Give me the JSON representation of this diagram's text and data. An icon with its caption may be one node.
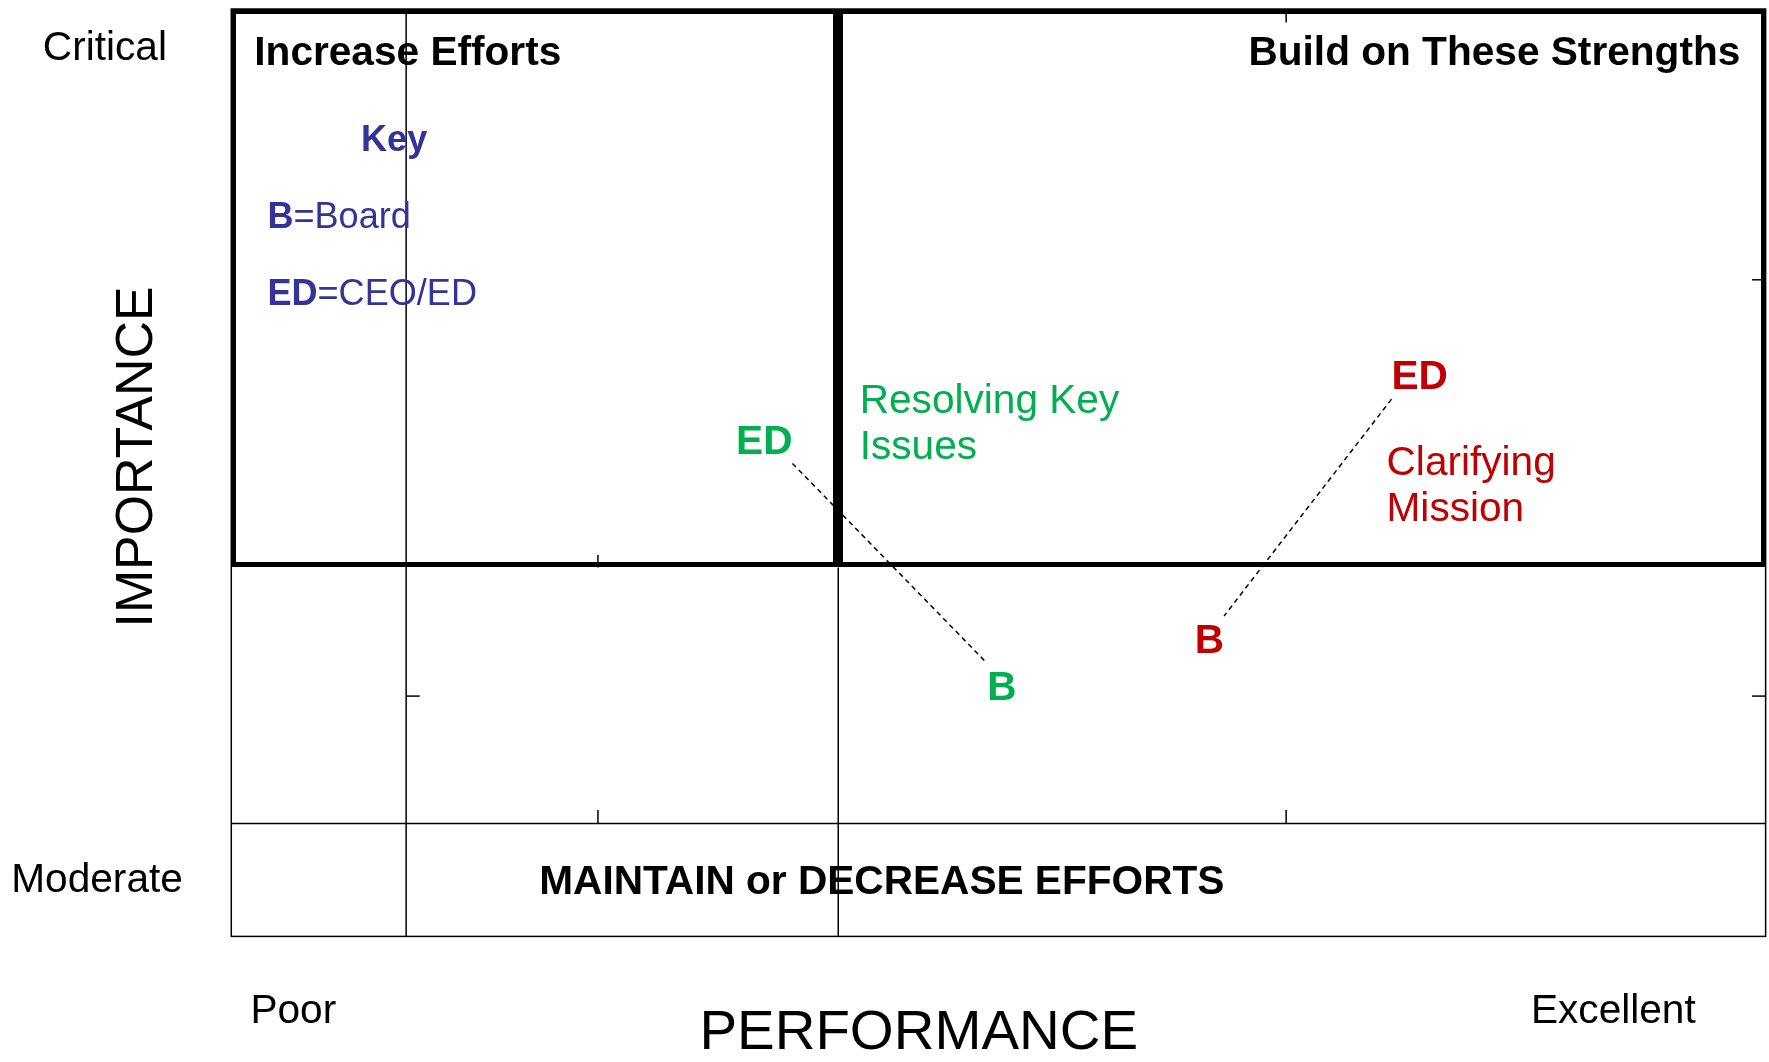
{
  "diagram": {
    "nodes": [
      {
        "text": [
          "Increase Efforts"
        ]
      },
      {
        "text": [
          "Build on These Strengths"
        ]
      },
      {
        "text": [
          "ED"
        ],
        "in": 0
      },
      {
        "text": [
          "B"
        ]
      },
      {
        "text": [
          "ED"
        ],
        "in": 1
      },
      {
        "text": [
          "B"
        ]
      }
    ],
    "edges": [
      {
        "from": 2,
        "to": 3,
        "arrow": "none",
        "style": "dashed"
      },
      {
        "from": 4,
        "to": 5,
        "arrow": "none",
        "style": "dashed"
      }
    ],
    "labels": [
      "Critical",
      "Key",
      "**B**=Board",
      "**ED**=CEO/ED",
      "IMPORTANCE",
      "Resolving Key Issues",
      "Clarifying Mission",
      "Moderate",
      "MAINTAIN or DECREASE EFFORTS",
      "Poor",
      "PERFORMANCE",
      "Excellent"
    ]
  }
}
